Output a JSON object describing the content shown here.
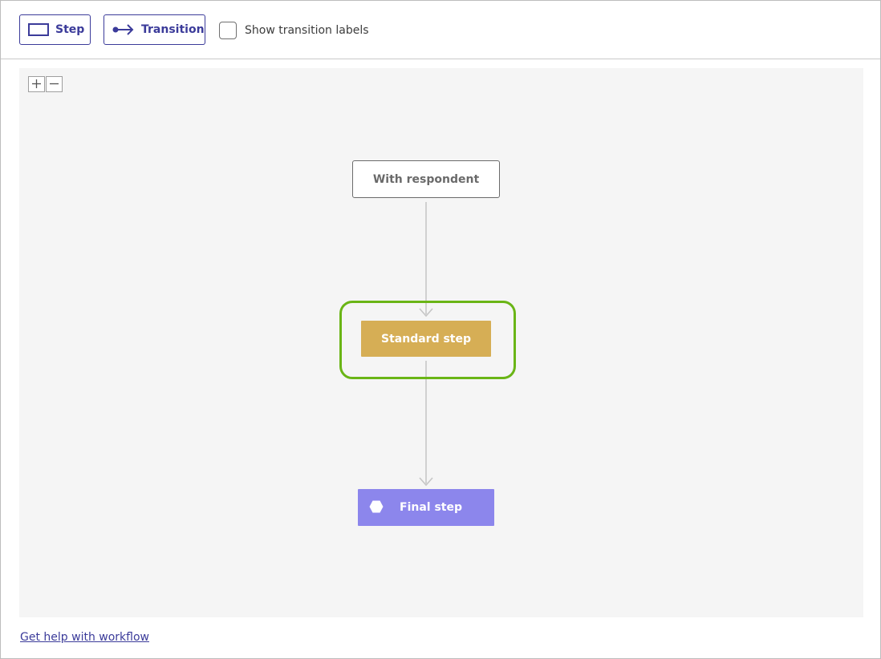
{
  "toolbar": {
    "step_label": "Step",
    "transition_label": "Transition",
    "show_labels_text": "Show transition labels",
    "show_labels_checked": false
  },
  "zoom": {
    "in_symbol": "+",
    "out_symbol": "−"
  },
  "workflow": {
    "nodes": [
      {
        "id": "with-respondent",
        "label": "With respondent",
        "style": "outline"
      },
      {
        "id": "standard-step",
        "label": "Standard step",
        "style": "standard",
        "selected": true
      },
      {
        "id": "final-step",
        "label": "Final step",
        "style": "final",
        "icon": "hexagon-icon"
      }
    ],
    "transitions": [
      {
        "from": "with-respondent",
        "to": "standard-step"
      },
      {
        "from": "standard-step",
        "to": "final-step"
      }
    ]
  },
  "footer": {
    "help_link": "Get help with workflow"
  },
  "colors": {
    "accent": "#3b3b9a",
    "standard_step": "#d6ae55",
    "final_step": "#8c86ec",
    "selection": "#6ab516",
    "canvas_bg": "#f5f5f5"
  }
}
